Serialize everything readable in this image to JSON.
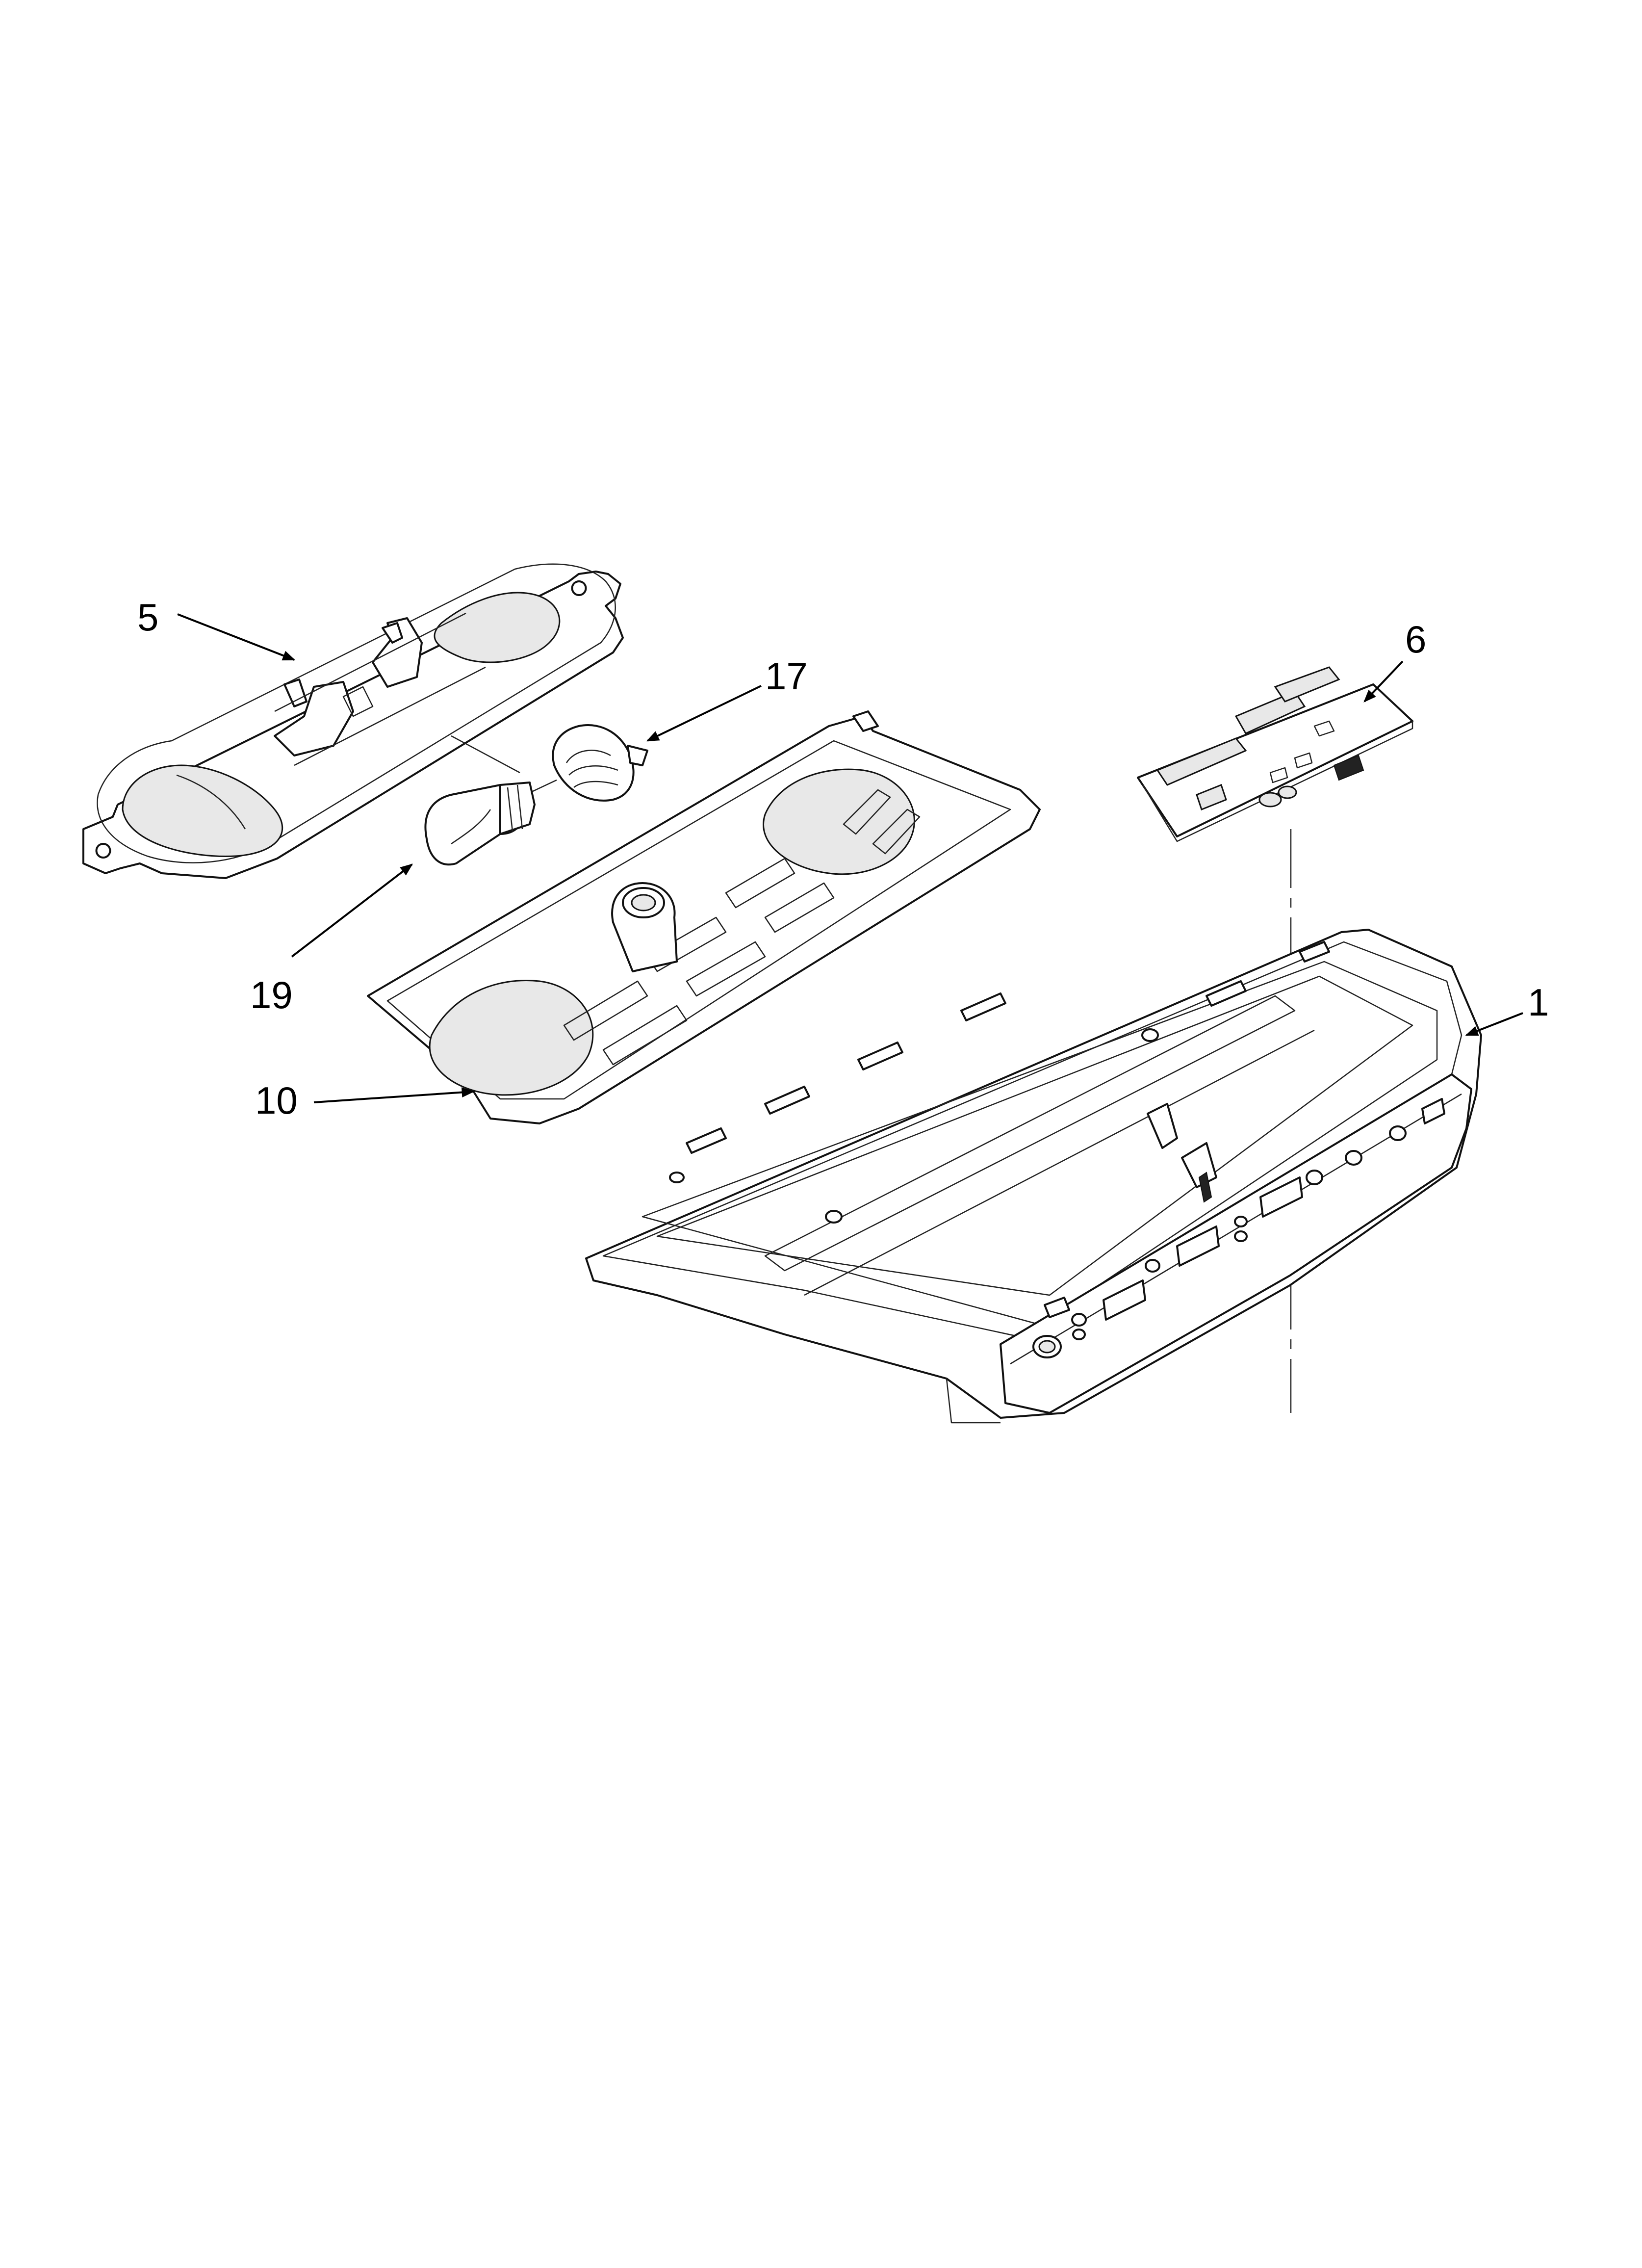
{
  "diagram": {
    "callouts": [
      {
        "id": "c5",
        "label": "5"
      },
      {
        "id": "c17",
        "label": "17"
      },
      {
        "id": "c19",
        "label": "19"
      },
      {
        "id": "c10",
        "label": "10"
      },
      {
        "id": "c6",
        "label": "6"
      },
      {
        "id": "c1",
        "label": "1"
      }
    ],
    "parts": [
      "lamp-housing",
      "lamp-socket",
      "light-bulb",
      "lamp-cover-bracket",
      "control-board",
      "console-base"
    ]
  }
}
